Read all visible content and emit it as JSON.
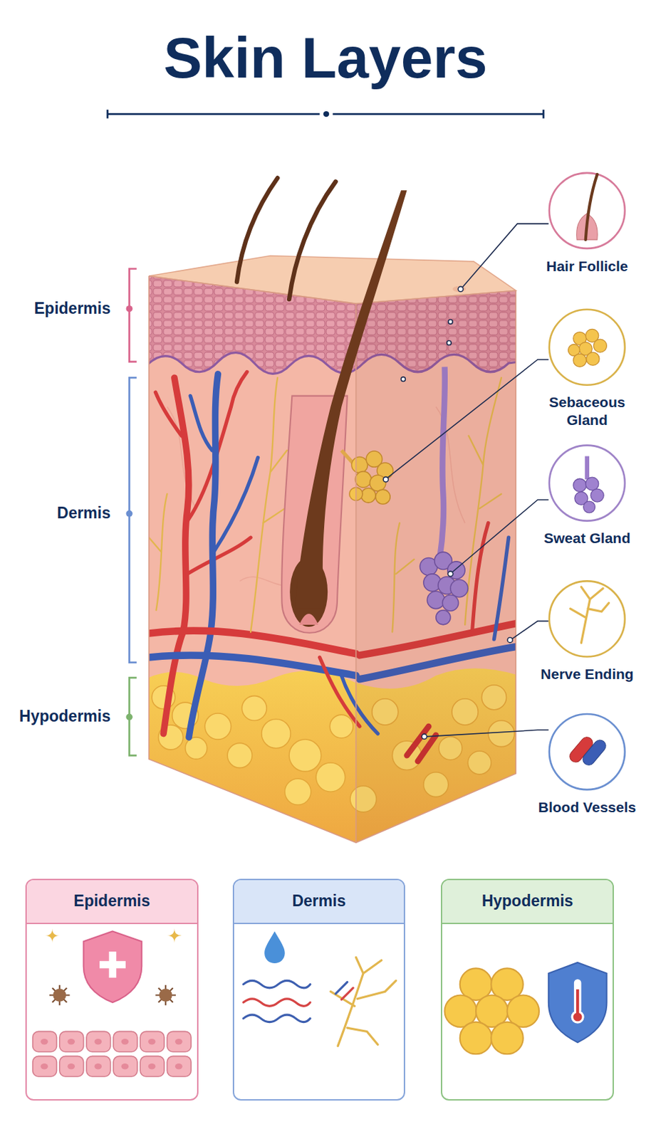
{
  "diagram": {
    "title": "Skin Layers",
    "nodes": [
      {
        "text": [
          "Hair Follicle"
        ]
      },
      {
        "text": [
          "Sebaceous Gland"
        ]
      },
      {
        "text": [
          "Sweat Gland"
        ]
      },
      {
        "text": [
          "Nerve Ending"
        ]
      },
      {
        "text": [
          "Blood Vessels"
        ]
      },
      {
        "text": [
          "Epidermis"
        ]
      },
      {
        "text": [
          "Dermis"
        ]
      },
      {
        "text": [
          "Hypodermis"
        ]
      }
    ],
    "labels": [
      "Epidermis",
      "Dermis",
      "Hypodermis"
    ]
  }
}
